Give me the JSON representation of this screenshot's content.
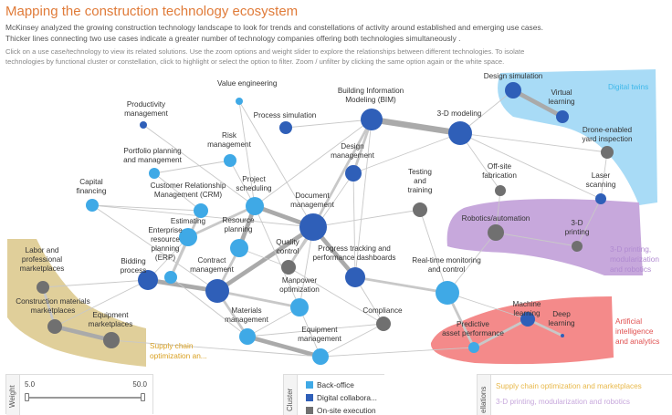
{
  "header": {
    "title": "Mapping the construction technology ecosystem",
    "subtitle_lines": [
      "McKinsey analyzed the growing construction technology landscape to look for trends and  constellations of activity around established  and emerging use cases.",
      "Thicker lines connecting two use cases indicate a greater number of technology companies offering both technologies simultaneously ."
    ],
    "instruction_lines": [
      "Click on a use case/technology to view its related solutions. Use the zoom options and weight slider to explore the relationships between different technologies. To isolate",
      "technologies by functional cluster or constellation, click to highlight or select the option to filter.  Zoom / unfilter by clicking the same option again or the white space."
    ]
  },
  "colors": {
    "back_office": "#3fa9e6",
    "digital_collaboration": "#2f5fb8",
    "on_site_execution": "#707070",
    "digital_twins": "#a3d9f5",
    "printing": "#c7a8dc",
    "ai": "#f48a8a",
    "supply_chain": "#e0cf9a",
    "edge": "#c8c8c8",
    "title": "#e07b39"
  },
  "clusters": [
    {
      "id": "digital_twins",
      "label_lines": [
        "Digital twins"
      ],
      "text_color": "#3fb8ea"
    },
    {
      "id": "printing",
      "label_lines": [
        "3-D printing,",
        "modularization",
        "and robotics"
      ],
      "text_color": "#b18bd1"
    },
    {
      "id": "ai",
      "label_lines": [
        "Artificial",
        "intelligence",
        "and analytics"
      ],
      "text_color": "#e05050"
    },
    {
      "id": "supply_chain",
      "label_lines": [
        "Supply chain",
        "optimization an..."
      ],
      "text_color": "#d9a020"
    }
  ],
  "nodes": [
    {
      "id": "value_eng",
      "label_lines": [
        "Value engineering"
      ],
      "cluster": "back_office"
    },
    {
      "id": "productivity",
      "label_lines": [
        "Productivity",
        "management"
      ],
      "cluster": "digital_collaboration"
    },
    {
      "id": "bim",
      "label_lines": [
        "Building Information",
        "Modeling (BIM)"
      ],
      "cluster": "digital_collaboration"
    },
    {
      "id": "design_sim",
      "label_lines": [
        "Design simulation"
      ],
      "cluster": "digital_collaboration"
    },
    {
      "id": "virtual_learning",
      "label_lines": [
        "Virtual",
        "learning"
      ],
      "cluster": "digital_collaboration"
    },
    {
      "id": "process_sim",
      "label_lines": [
        "Process simulation"
      ],
      "cluster": "digital_collaboration"
    },
    {
      "id": "modeling_3d",
      "label_lines": [
        "3-D modeling"
      ],
      "cluster": "digital_collaboration"
    },
    {
      "id": "risk",
      "label_lines": [
        "Risk",
        "management"
      ],
      "cluster": "back_office"
    },
    {
      "id": "portfolio",
      "label_lines": [
        "Portfolio planning",
        "and management"
      ],
      "cluster": "back_office"
    },
    {
      "id": "design_mgmt",
      "label_lines": [
        "Design",
        "management"
      ],
      "cluster": "digital_collaboration"
    },
    {
      "id": "drone",
      "label_lines": [
        "Drone-enabled",
        "yard inspection"
      ],
      "cluster": "on_site_execution"
    },
    {
      "id": "capital",
      "label_lines": [
        "Capital",
        "financing"
      ],
      "cluster": "back_office"
    },
    {
      "id": "crm",
      "label_lines": [
        "Customer Relationship",
        "Management (CRM)"
      ],
      "cluster": "back_office"
    },
    {
      "id": "scheduling",
      "label_lines": [
        "Project",
        "scheduling"
      ],
      "cluster": "back_office"
    },
    {
      "id": "testing",
      "label_lines": [
        "Testing",
        "and",
        "training"
      ],
      "cluster": "on_site_execution"
    },
    {
      "id": "offsite",
      "label_lines": [
        "Off-site",
        "fabrication"
      ],
      "cluster": "on_site_execution"
    },
    {
      "id": "laser",
      "label_lines": [
        "Laser",
        "scanning"
      ],
      "cluster": "digital_collaboration"
    },
    {
      "id": "document",
      "label_lines": [
        "Document",
        "management"
      ],
      "cluster": "digital_collaboration"
    },
    {
      "id": "estimating",
      "label_lines": [
        "Estimating"
      ],
      "cluster": "back_office"
    },
    {
      "id": "erp",
      "label_lines": [
        "Enterprise",
        "resource",
        "planning",
        "(ERP)"
      ],
      "cluster": "back_office"
    },
    {
      "id": "resource",
      "label_lines": [
        "Resource",
        "planning"
      ],
      "cluster": "back_office"
    },
    {
      "id": "robotics",
      "label_lines": [
        "Robotics/automation"
      ],
      "cluster": "on_site_execution"
    },
    {
      "id": "printing3d",
      "label_lines": [
        "3-D",
        "printing"
      ],
      "cluster": "on_site_execution"
    },
    {
      "id": "quality",
      "label_lines": [
        "Quality",
        "control"
      ],
      "cluster": "on_site_execution"
    },
    {
      "id": "progress",
      "label_lines": [
        "Progress tracking and",
        "performance dashboards"
      ],
      "cluster": "digital_collaboration"
    },
    {
      "id": "labor",
      "label_lines": [
        "Labor and",
        "professional",
        "marketplaces"
      ],
      "cluster": "on_site_execution"
    },
    {
      "id": "bidding",
      "label_lines": [
        "Bidding",
        "process"
      ],
      "cluster": "digital_collaboration"
    },
    {
      "id": "contract",
      "label_lines": [
        "Contract",
        "management"
      ],
      "cluster": "digital_collaboration"
    },
    {
      "id": "realtime",
      "label_lines": [
        "Real-time monitoring",
        "and control"
      ],
      "cluster": "back_office"
    },
    {
      "id": "manpower",
      "label_lines": [
        "Manpower",
        "optimization"
      ],
      "cluster": "back_office"
    },
    {
      "id": "materials",
      "label_lines": [
        "Materials",
        "management"
      ],
      "cluster": "back_office"
    },
    {
      "id": "machine",
      "label_lines": [
        "Machine",
        "learning"
      ],
      "cluster": "digital_collaboration"
    },
    {
      "id": "deep",
      "label_lines": [
        "Deep",
        "learning"
      ],
      "cluster": "digital_collaboration"
    },
    {
      "id": "compliance",
      "label_lines": [
        "Compliance"
      ],
      "cluster": "on_site_execution"
    },
    {
      "id": "construction_mkt",
      "label_lines": [
        "Construction materials",
        "marketplaces"
      ],
      "cluster": "on_site_execution"
    },
    {
      "id": "predictive",
      "label_lines": [
        "Predictive",
        "asset performance"
      ],
      "cluster": "back_office"
    },
    {
      "id": "equipment_mkt",
      "label_lines": [
        "Equipment",
        "marketplaces"
      ],
      "cluster": "on_site_execution"
    },
    {
      "id": "equipment_mgmt",
      "label_lines": [
        "Equipment",
        "management"
      ],
      "cluster": "back_office"
    }
  ],
  "edges": [
    [
      "bim",
      "modeling_3d",
      4
    ],
    [
      "design_sim",
      "virtual_learning",
      3
    ],
    [
      "bim",
      "design_mgmt",
      2
    ],
    [
      "bim",
      "document",
      2
    ],
    [
      "document",
      "scheduling",
      3
    ],
    [
      "document",
      "contract",
      3
    ],
    [
      "document",
      "progress",
      3
    ],
    [
      "document",
      "quality",
      2
    ],
    [
      "scheduling",
      "resource",
      3
    ],
    [
      "scheduling",
      "estimating",
      2
    ],
    [
      "estimating",
      "erp",
      2
    ],
    [
      "contract",
      "bidding",
      3
    ],
    [
      "contract",
      "resource",
      2
    ],
    [
      "contract",
      "manpower",
      2
    ],
    [
      "materials",
      "equipment_mgmt",
      3
    ],
    [
      "materials",
      "contract",
      2
    ],
    [
      "labor",
      "construction_mkt",
      2
    ],
    [
      "construction_mkt",
      "equipment_mkt",
      3
    ],
    [
      "machine",
      "deep",
      2
    ],
    [
      "machine",
      "predictive",
      2
    ],
    [
      "realtime",
      "progress",
      2
    ],
    [
      "realtime",
      "predictive",
      2
    ],
    [
      "crm",
      "erp",
      2
    ],
    [
      "capital",
      "crm",
      1
    ],
    [
      "portfolio",
      "risk",
      1
    ],
    [
      "risk",
      "scheduling",
      1
    ],
    [
      "productivity",
      "scheduling",
      1
    ],
    [
      "process_sim",
      "bim",
      1
    ],
    [
      "value_eng",
      "scheduling",
      1
    ],
    [
      "value_eng",
      "document",
      1
    ],
    [
      "design_mgmt",
      "modeling_3d",
      1
    ],
    [
      "design_mgmt",
      "progress",
      1
    ],
    [
      "design_mgmt",
      "quality",
      1
    ],
    [
      "modeling_3d",
      "design_sim",
      1
    ],
    [
      "modeling_3d",
      "laser",
      1
    ],
    [
      "modeling_3d",
      "drone",
      1
    ],
    [
      "drone",
      "laser",
      1
    ],
    [
      "offsite",
      "robotics",
      1
    ],
    [
      "robotics",
      "printing3d",
      1
    ],
    [
      "robotics",
      "realtime",
      1
    ],
    [
      "testing",
      "document",
      1
    ],
    [
      "testing",
      "realtime",
      1
    ],
    [
      "quality",
      "compliance",
      1
    ],
    [
      "progress",
      "compliance",
      1
    ],
    [
      "manpower",
      "equipment_mgmt",
      1
    ],
    [
      "bidding",
      "estimating",
      1
    ],
    [
      "bidding",
      "construction_mkt",
      1
    ],
    [
      "bidding",
      "labor",
      1
    ],
    [
      "compliance",
      "equipment_mgmt",
      1
    ],
    [
      "realtime",
      "machine",
      1
    ],
    [
      "capital",
      "contract",
      1
    ],
    [
      "capital",
      "document",
      1
    ],
    [
      "portfolio",
      "crm",
      1
    ],
    [
      "materials",
      "compliance",
      1
    ],
    [
      "materials",
      "manpower",
      1
    ],
    [
      "erp",
      "materials",
      1
    ],
    [
      "resource",
      "quality",
      1
    ],
    [
      "scheduling",
      "manpower",
      1
    ],
    [
      "document",
      "manpower",
      1
    ],
    [
      "progress",
      "realtime",
      1
    ],
    [
      "equipment_mgmt",
      "equipment_mkt",
      1
    ],
    [
      "predictive",
      "equipment_mgmt",
      1
    ],
    [
      "bim",
      "progress",
      1
    ],
    [
      "bim",
      "scheduling",
      1
    ],
    [
      "offsite",
      "modeling_3d",
      1
    ],
    [
      "printing3d",
      "laser",
      1
    ]
  ],
  "weight_filter": {
    "label": "Weight",
    "min_label": "5.0",
    "max_label": "50.0",
    "min_fraction": 0.0,
    "max_fraction": 1.0
  },
  "legend": {
    "title": "Cluster",
    "items": [
      {
        "label": "Back-office",
        "color": "#3fa9e6"
      },
      {
        "label": "Digital collabora...",
        "color": "#2f5fb8"
      },
      {
        "label": "On-site execution",
        "color": "#707070"
      }
    ]
  },
  "constellation_filter": {
    "title": "ellations",
    "items": [
      {
        "label": "Supply chain optimization and marketplaces",
        "color": "#e8b84a"
      },
      {
        "label": "3-D printing, modularization and robotics",
        "color": "#c7a8dc"
      }
    ]
  }
}
